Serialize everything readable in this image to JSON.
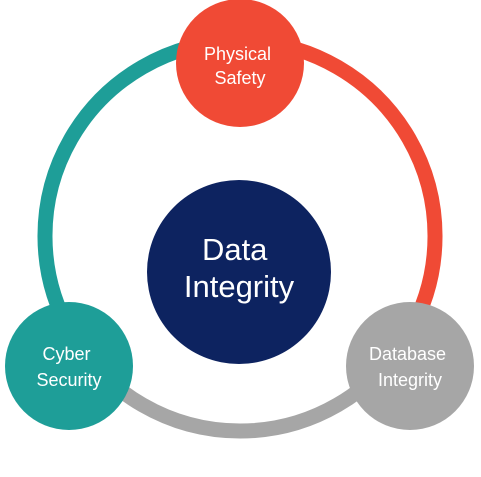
{
  "center": {
    "line1": "Data",
    "line2": "Integrity"
  },
  "nodes": {
    "physical": {
      "line1": "Physical",
      "line2": "Safety"
    },
    "database": {
      "line1": "Database",
      "line2": "Integrity"
    },
    "cyber": {
      "line1": "Cyber",
      "line2": "Security"
    }
  },
  "colors": {
    "center": "#0d2360",
    "physical": "#f04a35",
    "database": "#a6a6a6",
    "cyber": "#1e9e98",
    "arc_right": "#f04a35",
    "arc_bottom": "#a6a6a6",
    "arc_left": "#1e9e98"
  }
}
